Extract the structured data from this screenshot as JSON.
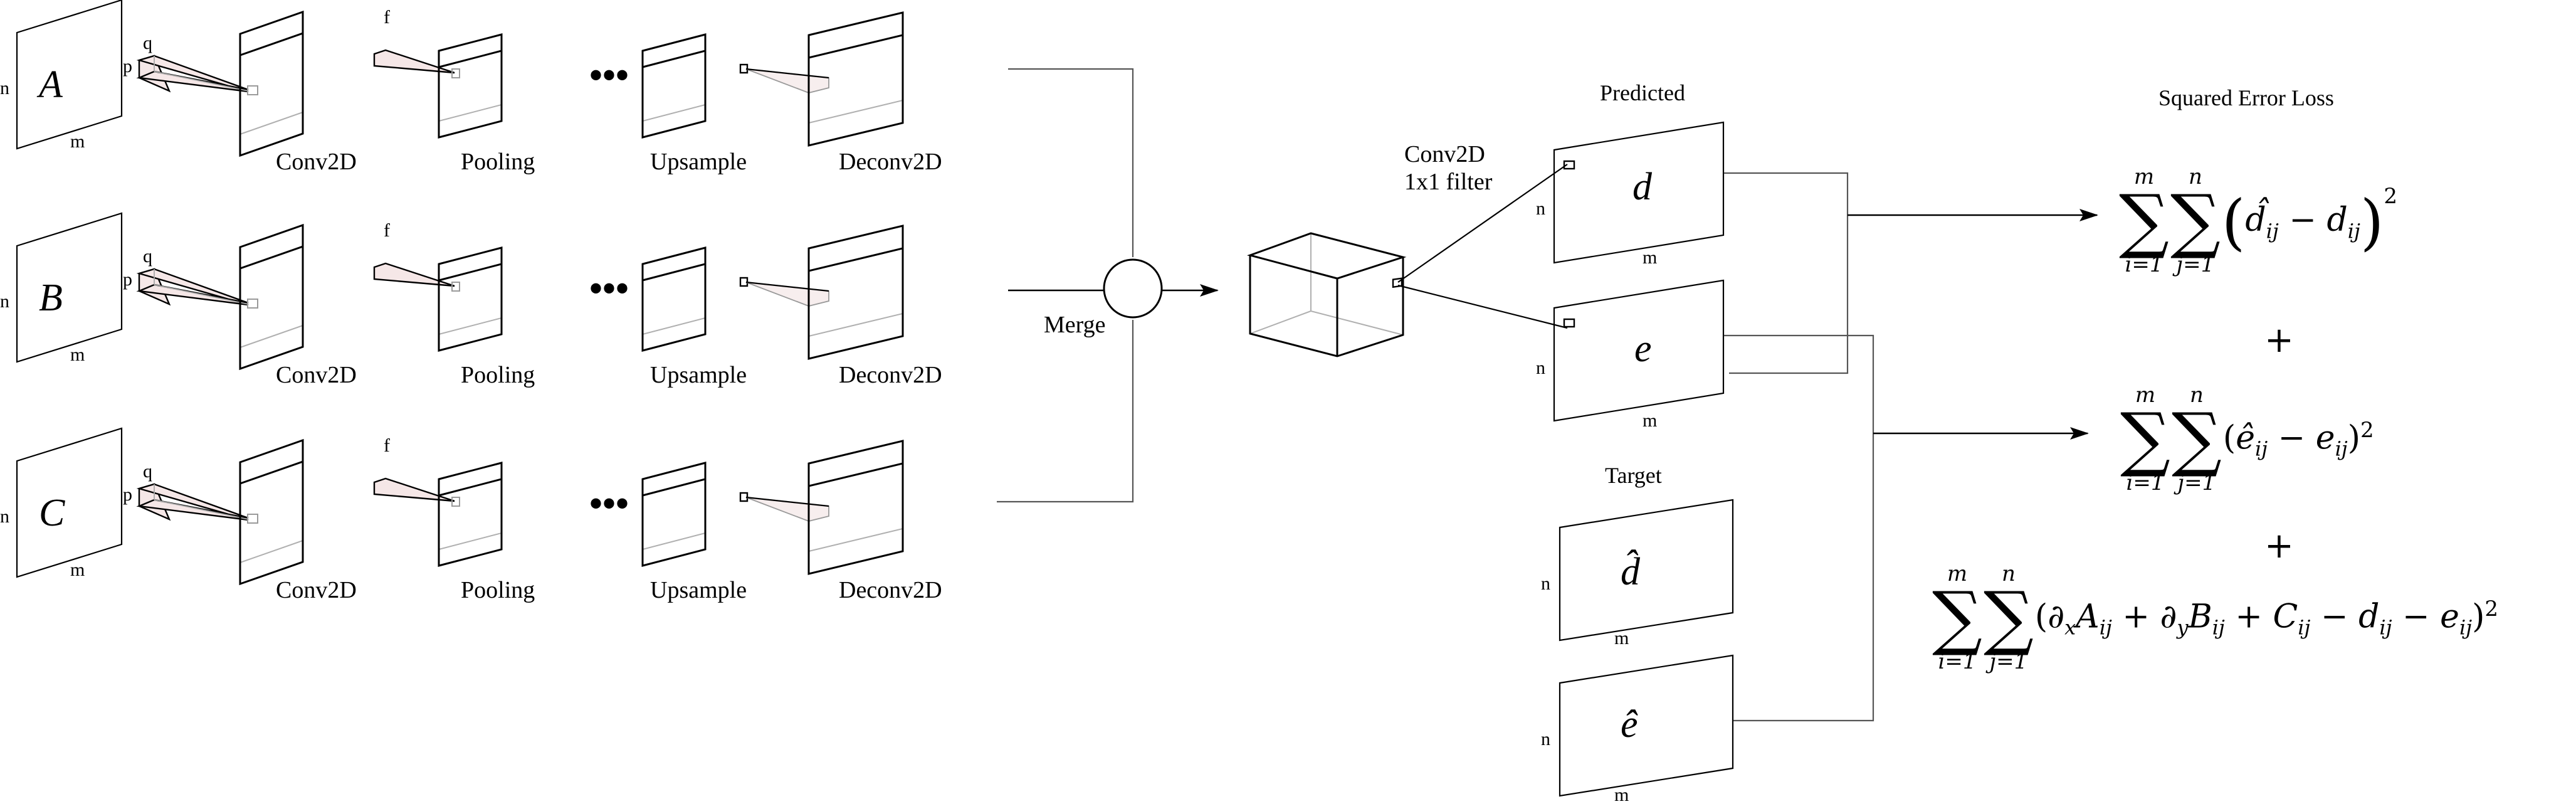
{
  "branches": [
    {
      "input_label": "A",
      "dim_n": "n",
      "dim_m": "m",
      "kernel_p": "p",
      "kernel_q": "q",
      "filters_f": "f",
      "stages": [
        "Conv2D",
        "Pooling",
        "Upsample",
        "Deconv2D"
      ],
      "ellipsis": "•••"
    },
    {
      "input_label": "B",
      "dim_n": "n",
      "dim_m": "m",
      "kernel_p": "p",
      "kernel_q": "q",
      "filters_f": "f",
      "stages": [
        "Conv2D",
        "Pooling",
        "Upsample",
        "Deconv2D"
      ],
      "ellipsis": "•••"
    },
    {
      "input_label": "C",
      "dim_n": "n",
      "dim_m": "m",
      "kernel_p": "p",
      "kernel_q": "q",
      "filters_f": "f",
      "stages": [
        "Conv2D",
        "Pooling",
        "Upsample",
        "Deconv2D"
      ],
      "ellipsis": "•••"
    }
  ],
  "merge": {
    "label": "Merge"
  },
  "conv1x1": {
    "line1": "Conv2D",
    "line2": "1x1 filter"
  },
  "predicted": {
    "heading": "Predicted",
    "maps": [
      {
        "label": "d",
        "dim_n": "n",
        "dim_m": "m"
      },
      {
        "label": "e",
        "dim_n": "n",
        "dim_m": "m"
      }
    ]
  },
  "target": {
    "heading": "Target",
    "maps": [
      {
        "label": "d̂",
        "dim_n": "n",
        "dim_m": "m"
      },
      {
        "label": "ê",
        "dim_n": "n",
        "dim_m": "m"
      }
    ]
  },
  "loss": {
    "heading": "Squared Error Loss",
    "sum_upper_i": "m",
    "sum_lower_i": "i=1",
    "sum_upper_j": "n",
    "sum_lower_j": "j=1",
    "term1": {
      "open": "(",
      "body_hat": "d̂",
      "sub1": "ij",
      "minus": " − ",
      "body": "d",
      "sub2": "ij",
      "close": ")",
      "power": "2"
    },
    "plus1": "+",
    "term2": {
      "open": "(",
      "body_hat": "ê",
      "sub1": "ij",
      "minus": " − ",
      "body": "e",
      "sub2": "ij",
      "close": ")",
      "power": "2"
    },
    "plus2": "+",
    "term3": {
      "open": "(",
      "p1": "∂",
      "p1sub": "x",
      "a": "A",
      "asub": "ij",
      "plus_a": " + ",
      "p2": "∂",
      "p2sub": "y",
      "b": "B",
      "bsub": "ij",
      "plus_b": " + ",
      "c": "C",
      "csub": "ij",
      "minus1": " − ",
      "d": "d",
      "dsub": "ij",
      "minus2": " − ",
      "e": "e",
      "esub": "ij",
      "close": ")",
      "power": "2"
    }
  }
}
